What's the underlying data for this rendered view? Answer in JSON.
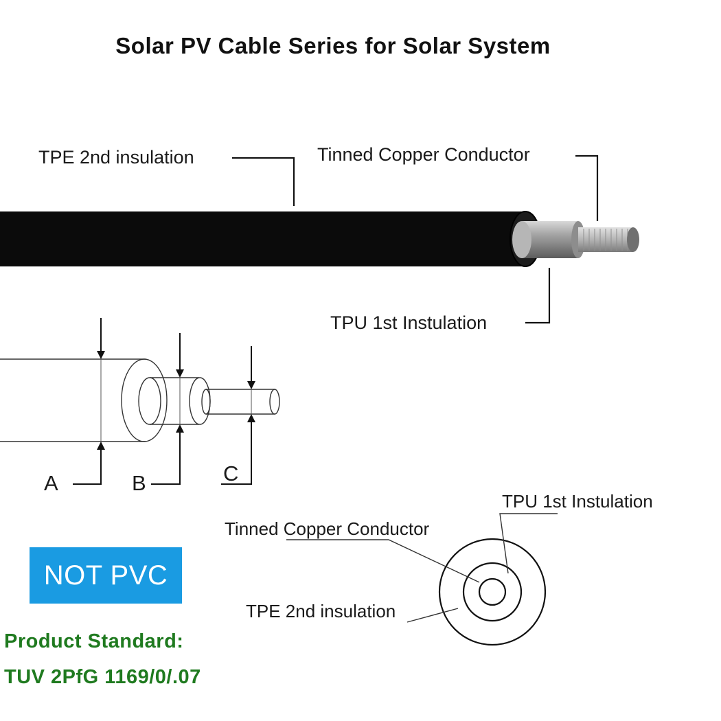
{
  "title": "Solar PV Cable Series for Solar System",
  "cable_labels": {
    "tpe_2nd": "TPE 2nd insulation",
    "conductor": "Tinned Copper Conductor",
    "tpu_1st": "TPU 1st Instulation"
  },
  "dimension_labels": {
    "a": "A",
    "b": "B",
    "c": "C"
  },
  "cross_section_labels": {
    "tpu_1st": "TPU 1st Instulation",
    "conductor": "Tinned Copper Conductor",
    "tpe_2nd": "TPE 2nd insulation"
  },
  "badge": {
    "text": "NOT PVC",
    "color": "#1a9be2"
  },
  "standard": {
    "heading": "Product Standard:",
    "value": "TUV 2PfG 1169/0/.07",
    "color": "#1f7a1f"
  }
}
